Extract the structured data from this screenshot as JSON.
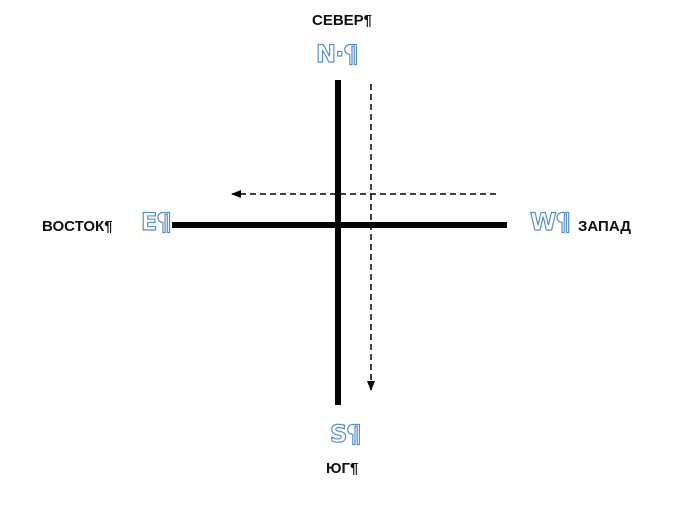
{
  "labels": {
    "north_ru": "СЕВЕР¶",
    "north_en": "N·¶",
    "south_ru": "ЮГ¶",
    "south_en": "S¶",
    "east_ru": "ВОСТОК¶",
    "east_en": "E¶",
    "west_ru": "ЗАПАД",
    "west_en": "W¶"
  },
  "colors": {
    "axis": "#000000",
    "outline_letters": "#5b8fc9",
    "background": "#ffffff"
  }
}
